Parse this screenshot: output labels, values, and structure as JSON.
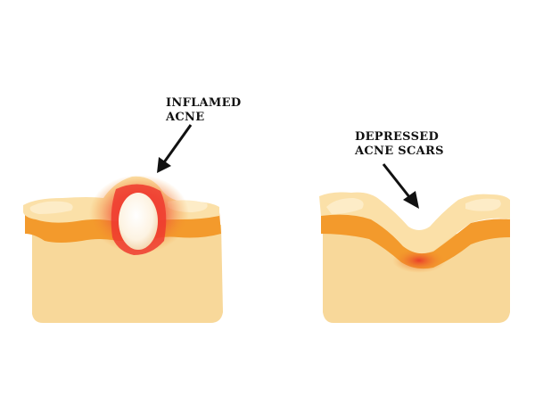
{
  "labels": {
    "inflamed": {
      "line1": "INFLAMED",
      "line2": "ACNE"
    },
    "depressed": {
      "line1": "DEPRESSED",
      "line2": "ACNE SCARS"
    }
  },
  "colors": {
    "background": "#ffffff",
    "dermis": "#f8d89a",
    "epidermis_top": "#fbe0a8",
    "epidermis_highlight": "#fdecc7",
    "orange_layer": "#f39a2c",
    "inflammation": "#ee3a2e",
    "pustule": "#fdf5e6",
    "arrow": "#111111"
  }
}
